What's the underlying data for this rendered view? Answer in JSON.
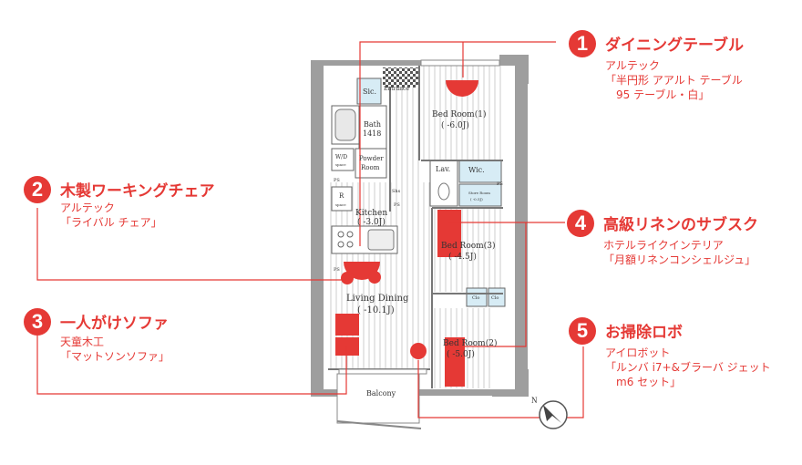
{
  "floorplan": {
    "rooms": {
      "sic": "Sic.",
      "entrance": "Entrance",
      "bedroom1": "Bed Room(1)",
      "bedroom1_size": "( -6.0J)",
      "bath": "Bath",
      "bath_size": "1418",
      "wd": "W/D",
      "wd_sub": "space",
      "powder": "Powder",
      "powder_sub": "Room",
      "lav": "Lav.",
      "wic": "Wic.",
      "storage": "Store Room",
      "storage_size": "( -0.5J)",
      "ps1": "PS",
      "ps2": "PS",
      "ps3": "PS",
      "ps4": "PS",
      "r": "R",
      "space": "space",
      "kitchen": "Kitchen",
      "kitchen_size": "( -3.0J)",
      "shs": "Shs",
      "bedroom3": "Bed Room(3)",
      "bedroom3_size": "( -4.5J)",
      "clo1": "Clo",
      "clo2": "Clo",
      "living": "Living Dining",
      "living_size": "( -10.1J)",
      "bedroom2": "Bed Room(2)",
      "bedroom2_size": "( -5.0J)",
      "balcony": "Balcony",
      "north": "N"
    }
  },
  "callouts": [
    {
      "num": "1",
      "title": "ダイニングテーブル",
      "lines": [
        "アルテック",
        "「半円形 アアルト テーブル",
        "　95 テーブル・白」"
      ]
    },
    {
      "num": "2",
      "title": "木製ワーキングチェア",
      "lines": [
        "アルテック",
        "「ライバル チェア」"
      ]
    },
    {
      "num": "3",
      "title": "一人がけソファ",
      "lines": [
        "天童木工",
        "「マットソンソファ」"
      ]
    },
    {
      "num": "4",
      "title": "高級リネンのサブスク",
      "lines": [
        "ホテルライクインテリア",
        "「月額リネンコンシェルジュ」"
      ]
    },
    {
      "num": "5",
      "title": "お掃除ロボ",
      "lines": [
        "アイロボット",
        "「ルンバ i7+&ブラーバ ジェット",
        "　m6 セット」"
      ]
    }
  ],
  "colors": {
    "accent": "#e53935",
    "wall": "#9e9e9e",
    "floor_line": "#cfcfcf",
    "furniture": "#e53935"
  }
}
